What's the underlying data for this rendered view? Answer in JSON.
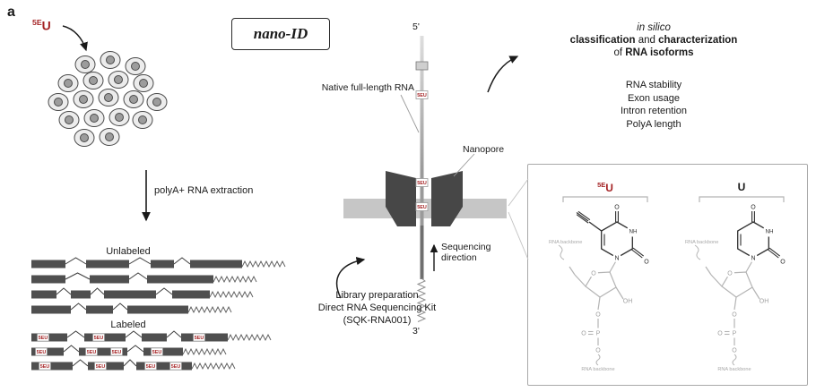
{
  "colors": {
    "red": "#a42224",
    "exon": "#4f4f4f",
    "membrane": "#c6c6c6",
    "pore": "#474747",
    "chem_gray": "#b4b4b4"
  },
  "panel": {
    "label": "a"
  },
  "eu_tag": {
    "sup": "5E",
    "base": "U"
  },
  "title_box": {
    "label": "nano-ID"
  },
  "cells_section": {
    "extraction_label": "polyA+ RNA extraction"
  },
  "transcripts": {
    "unlabeled_label": "Unlabeled",
    "labeled_label": "Labeled",
    "mark": "5EU"
  },
  "strand": {
    "five_prime": "5'",
    "three_prime": "3'",
    "native_label": "Native full-length RNA",
    "nanopore_label": "Nanopore",
    "seq_dir_line1": "Sequencing",
    "seq_dir_line2": "direction",
    "bead_mark": "5EU"
  },
  "library": {
    "line1": "Library preparation",
    "line2": "Direct RNA Sequencing Kit",
    "line3": "(SQK-RNA001)"
  },
  "insilico": {
    "line1": "in silico",
    "line2_a": "classification",
    "line2_b": " and ",
    "line2_c": "characterization",
    "line3_a": "of ",
    "line3_b": "RNA isoforms",
    "outputs": [
      "RNA stability",
      "Exon usage",
      "Intron retention",
      "PolyA length"
    ]
  },
  "chem": {
    "eu": {
      "sup": "5E",
      "base": "U"
    },
    "u": {
      "label": "U"
    },
    "atoms": {
      "O": "O",
      "OH": "OH",
      "NH": "NH",
      "N": "N",
      "P": "P"
    },
    "backbone": "RNA backbone"
  }
}
